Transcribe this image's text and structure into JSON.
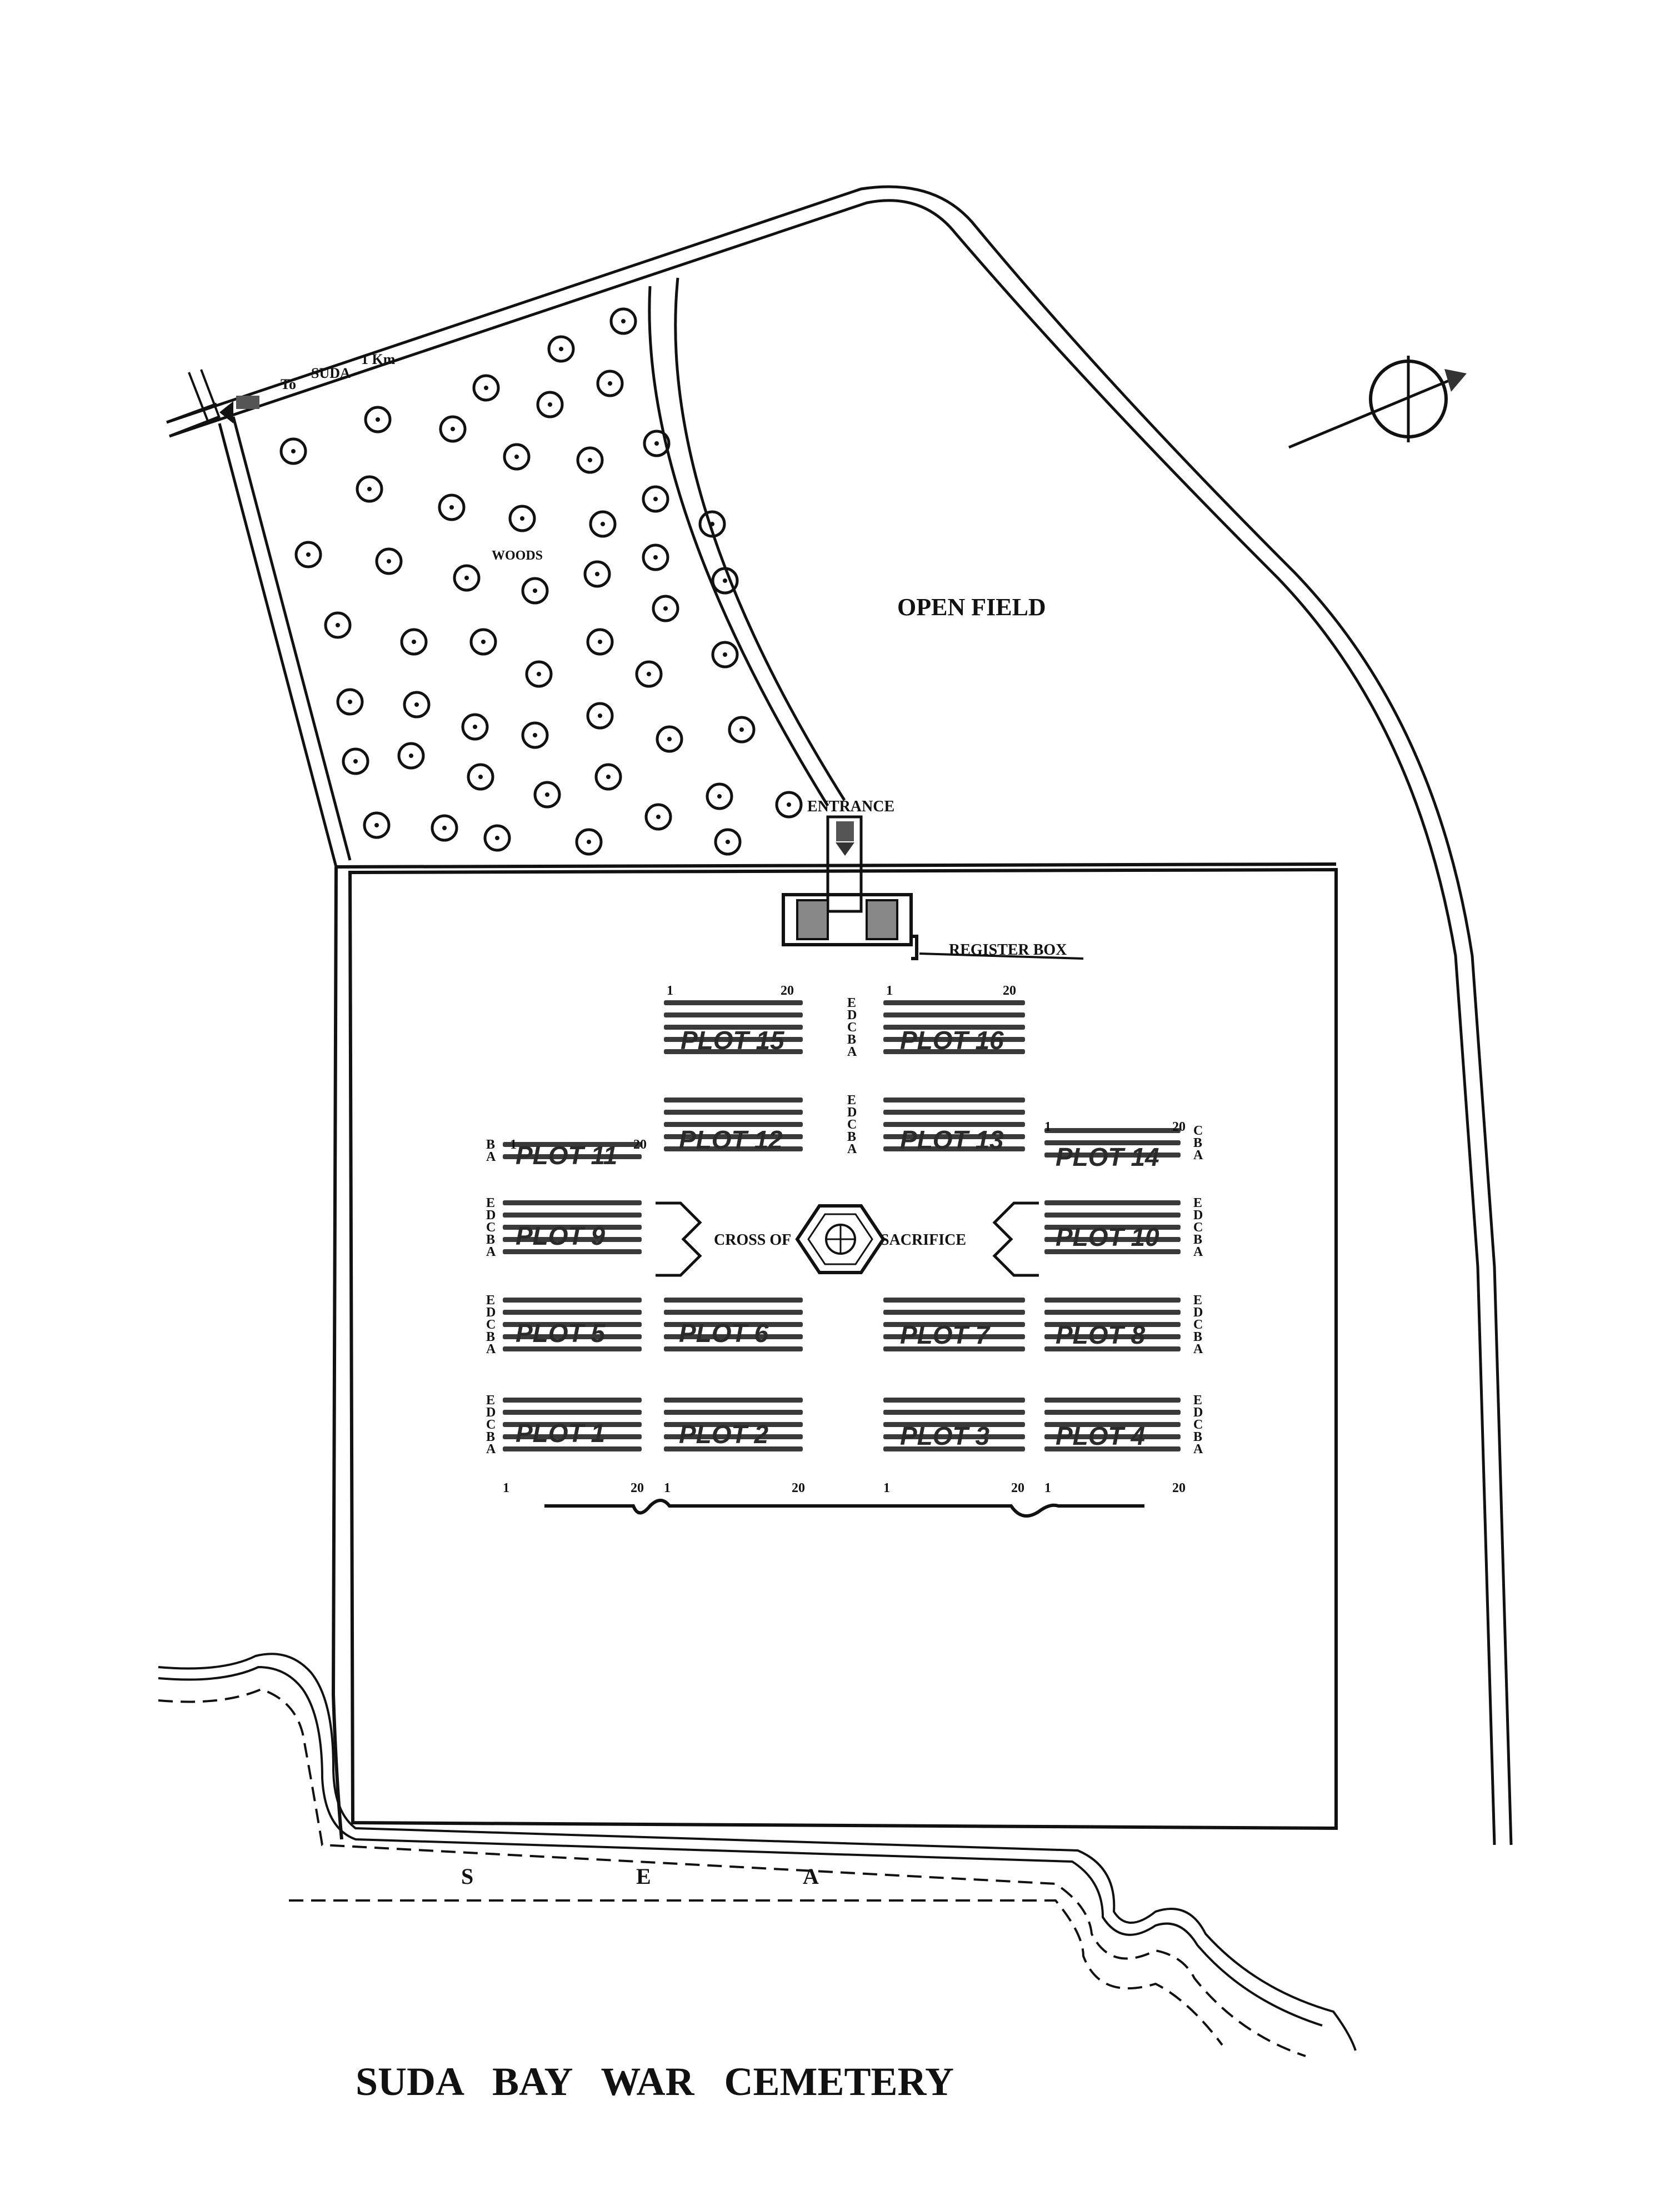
{
  "title": "SUDA   BAY   WAR   CEMETERY",
  "labels": {
    "road_sign_to": "To",
    "road_sign_place": "SUDA",
    "road_sign_distance": "1 Km",
    "woods": "WOODS",
    "open_field": "OPEN FIELD",
    "entrance": "ENTRANCE",
    "register_box": "REGISTER BOX",
    "cross_left": "CROSS  OF",
    "cross_right": "SACRIFICE",
    "sea": [
      "S",
      "E",
      "A"
    ]
  },
  "plots": [
    {
      "label": "PLOT  15",
      "first": "1",
      "last": "20",
      "rows": [
        "E",
        "D",
        "C",
        "B",
        "A"
      ]
    },
    {
      "label": "PLOT  16",
      "first": "1",
      "last": "20",
      "rows": [
        "E",
        "D",
        "C",
        "B",
        "A"
      ]
    },
    {
      "label": "PLOT  12",
      "rows": [
        "E",
        "D",
        "C",
        "B",
        "A"
      ]
    },
    {
      "label": "PLOT  13",
      "rows": [
        "E",
        "D",
        "C",
        "B",
        "A"
      ]
    },
    {
      "label": "PLOT  11",
      "first": "1",
      "last": "20",
      "rows": [
        "B",
        "A"
      ]
    },
    {
      "label": "PLOT  14",
      "first": "1",
      "last": "20",
      "rows": [
        "C",
        "B",
        "A"
      ]
    },
    {
      "label": "PLOT    9",
      "rows": [
        "E",
        "D",
        "C",
        "B",
        "A"
      ]
    },
    {
      "label": "PLOT  10",
      "rows": [
        "E",
        "D",
        "C",
        "B",
        "A"
      ]
    },
    {
      "label": "PLOT    5",
      "rows": [
        "E",
        "D",
        "C",
        "B",
        "A"
      ]
    },
    {
      "label": "PLOT    6"
    },
    {
      "label": "PLOT    7"
    },
    {
      "label": "PLOT    8",
      "rows": [
        "E",
        "D",
        "C",
        "B",
        "A"
      ]
    },
    {
      "label": "PLOT    1",
      "first": "1",
      "last": "20",
      "rows": [
        "E",
        "D",
        "C",
        "B",
        "A"
      ]
    },
    {
      "label": "PLOT    2",
      "first": "1",
      "last": "20"
    },
    {
      "label": "PLOT    3",
      "first": "1",
      "last": "20"
    },
    {
      "label": "PLOT    4",
      "first": "1",
      "last": "20",
      "rows": [
        "E",
        "D",
        "C",
        "B",
        "A"
      ]
    }
  ],
  "icons": [
    "compass-icon",
    "tree-icon",
    "cross-of-sacrifice-icon",
    "entrance-arrow-icon"
  ]
}
